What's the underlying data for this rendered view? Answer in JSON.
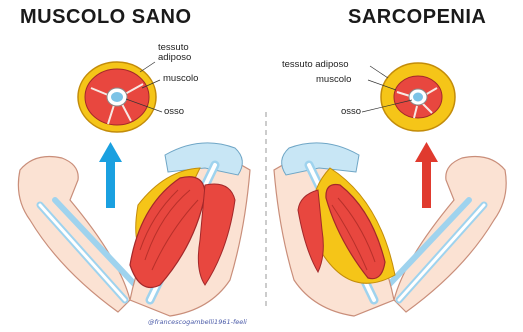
{
  "left_panel": {
    "title": "MUSCOLO SANO",
    "labels": {
      "tissue_line1": "tessuto",
      "tissue_line2": "adiposo",
      "muscle": "muscolo",
      "bone": "osso"
    },
    "arrow_color": "#1aa0e0"
  },
  "right_panel": {
    "title": "SARCOPENIA",
    "labels": {
      "tissue_line1": "tessuto adiposo",
      "muscle": "muscolo",
      "bone": "osso"
    },
    "arrow_color": "#e03a2e"
  },
  "credit": "@francescogambelli1961-feeli",
  "colors": {
    "fat": "#f5c518",
    "muscle": "#e8473f",
    "bone_marrow": "#7cc3e6",
    "bone": "#ffffff",
    "skin": "#fbe2d3",
    "outline": "#b33a2f"
  },
  "icons": [
    "healthy-cross-section-icon",
    "sarcopenia-cross-section-icon",
    "up-arrow-icon",
    "arm-illustration"
  ]
}
